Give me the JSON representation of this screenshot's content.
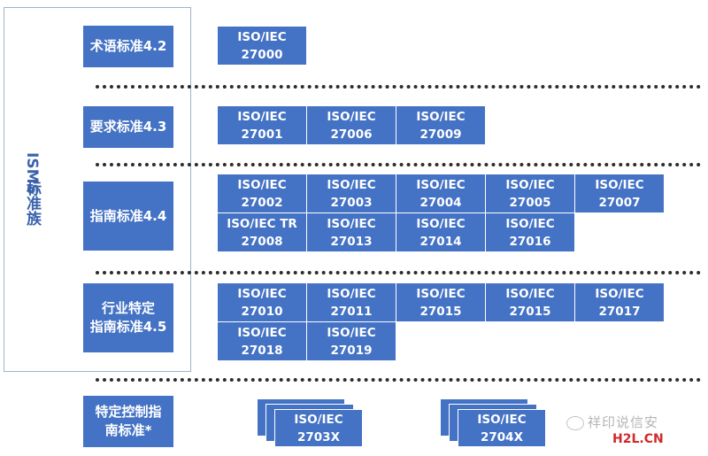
{
  "family_label_parts": [
    "ISMS",
    "标准族"
  ],
  "categories": {
    "terms": "术语标准4.2",
    "requirements": "要求标准4.3",
    "guidelines": "指南标准4.4",
    "sector_line1": "行业特定",
    "sector_line2": "指南标准4.5",
    "control_line1": "特定控制指",
    "control_line2": "南标准*"
  },
  "standards": {
    "terms": [
      [
        "ISO/IEC",
        "27000"
      ]
    ],
    "requirements": [
      [
        "ISO/IEC",
        "27001"
      ],
      [
        "ISO/IEC",
        "27006"
      ],
      [
        "ISO/IEC",
        "27009"
      ]
    ],
    "guidelines": [
      [
        "ISO/IEC",
        "27002"
      ],
      [
        "ISO/IEC",
        "27003"
      ],
      [
        "ISO/IEC",
        "27004"
      ],
      [
        "ISO/IEC",
        "27005"
      ],
      [
        "ISO/IEC",
        "27007"
      ],
      [
        "ISO/IEC TR",
        "27008"
      ],
      [
        "ISO/IEC",
        "27013"
      ],
      [
        "ISO/IEC",
        "27014"
      ],
      [
        "ISO/IEC",
        "27016"
      ]
    ],
    "sector": [
      [
        "ISO/IEC",
        "27010"
      ],
      [
        "ISO/IEC",
        "27011"
      ],
      [
        "ISO/IEC",
        "27015"
      ],
      [
        "ISO/IEC",
        "27015"
      ],
      [
        "ISO/IEC",
        "27017"
      ],
      [
        "ISO/IEC",
        "27018"
      ],
      [
        "ISO/IEC",
        "27019"
      ]
    ],
    "control": [
      [
        "ISO/IEC",
        "2703X"
      ],
      [
        "ISO/IEC",
        "2704X"
      ]
    ]
  },
  "watermark": {
    "account": "祥印说信安",
    "site": "H2L.CN"
  },
  "colors": {
    "box": "#4472c4",
    "label_text": "#3b63ad",
    "dots": "#2d2d2d"
  }
}
